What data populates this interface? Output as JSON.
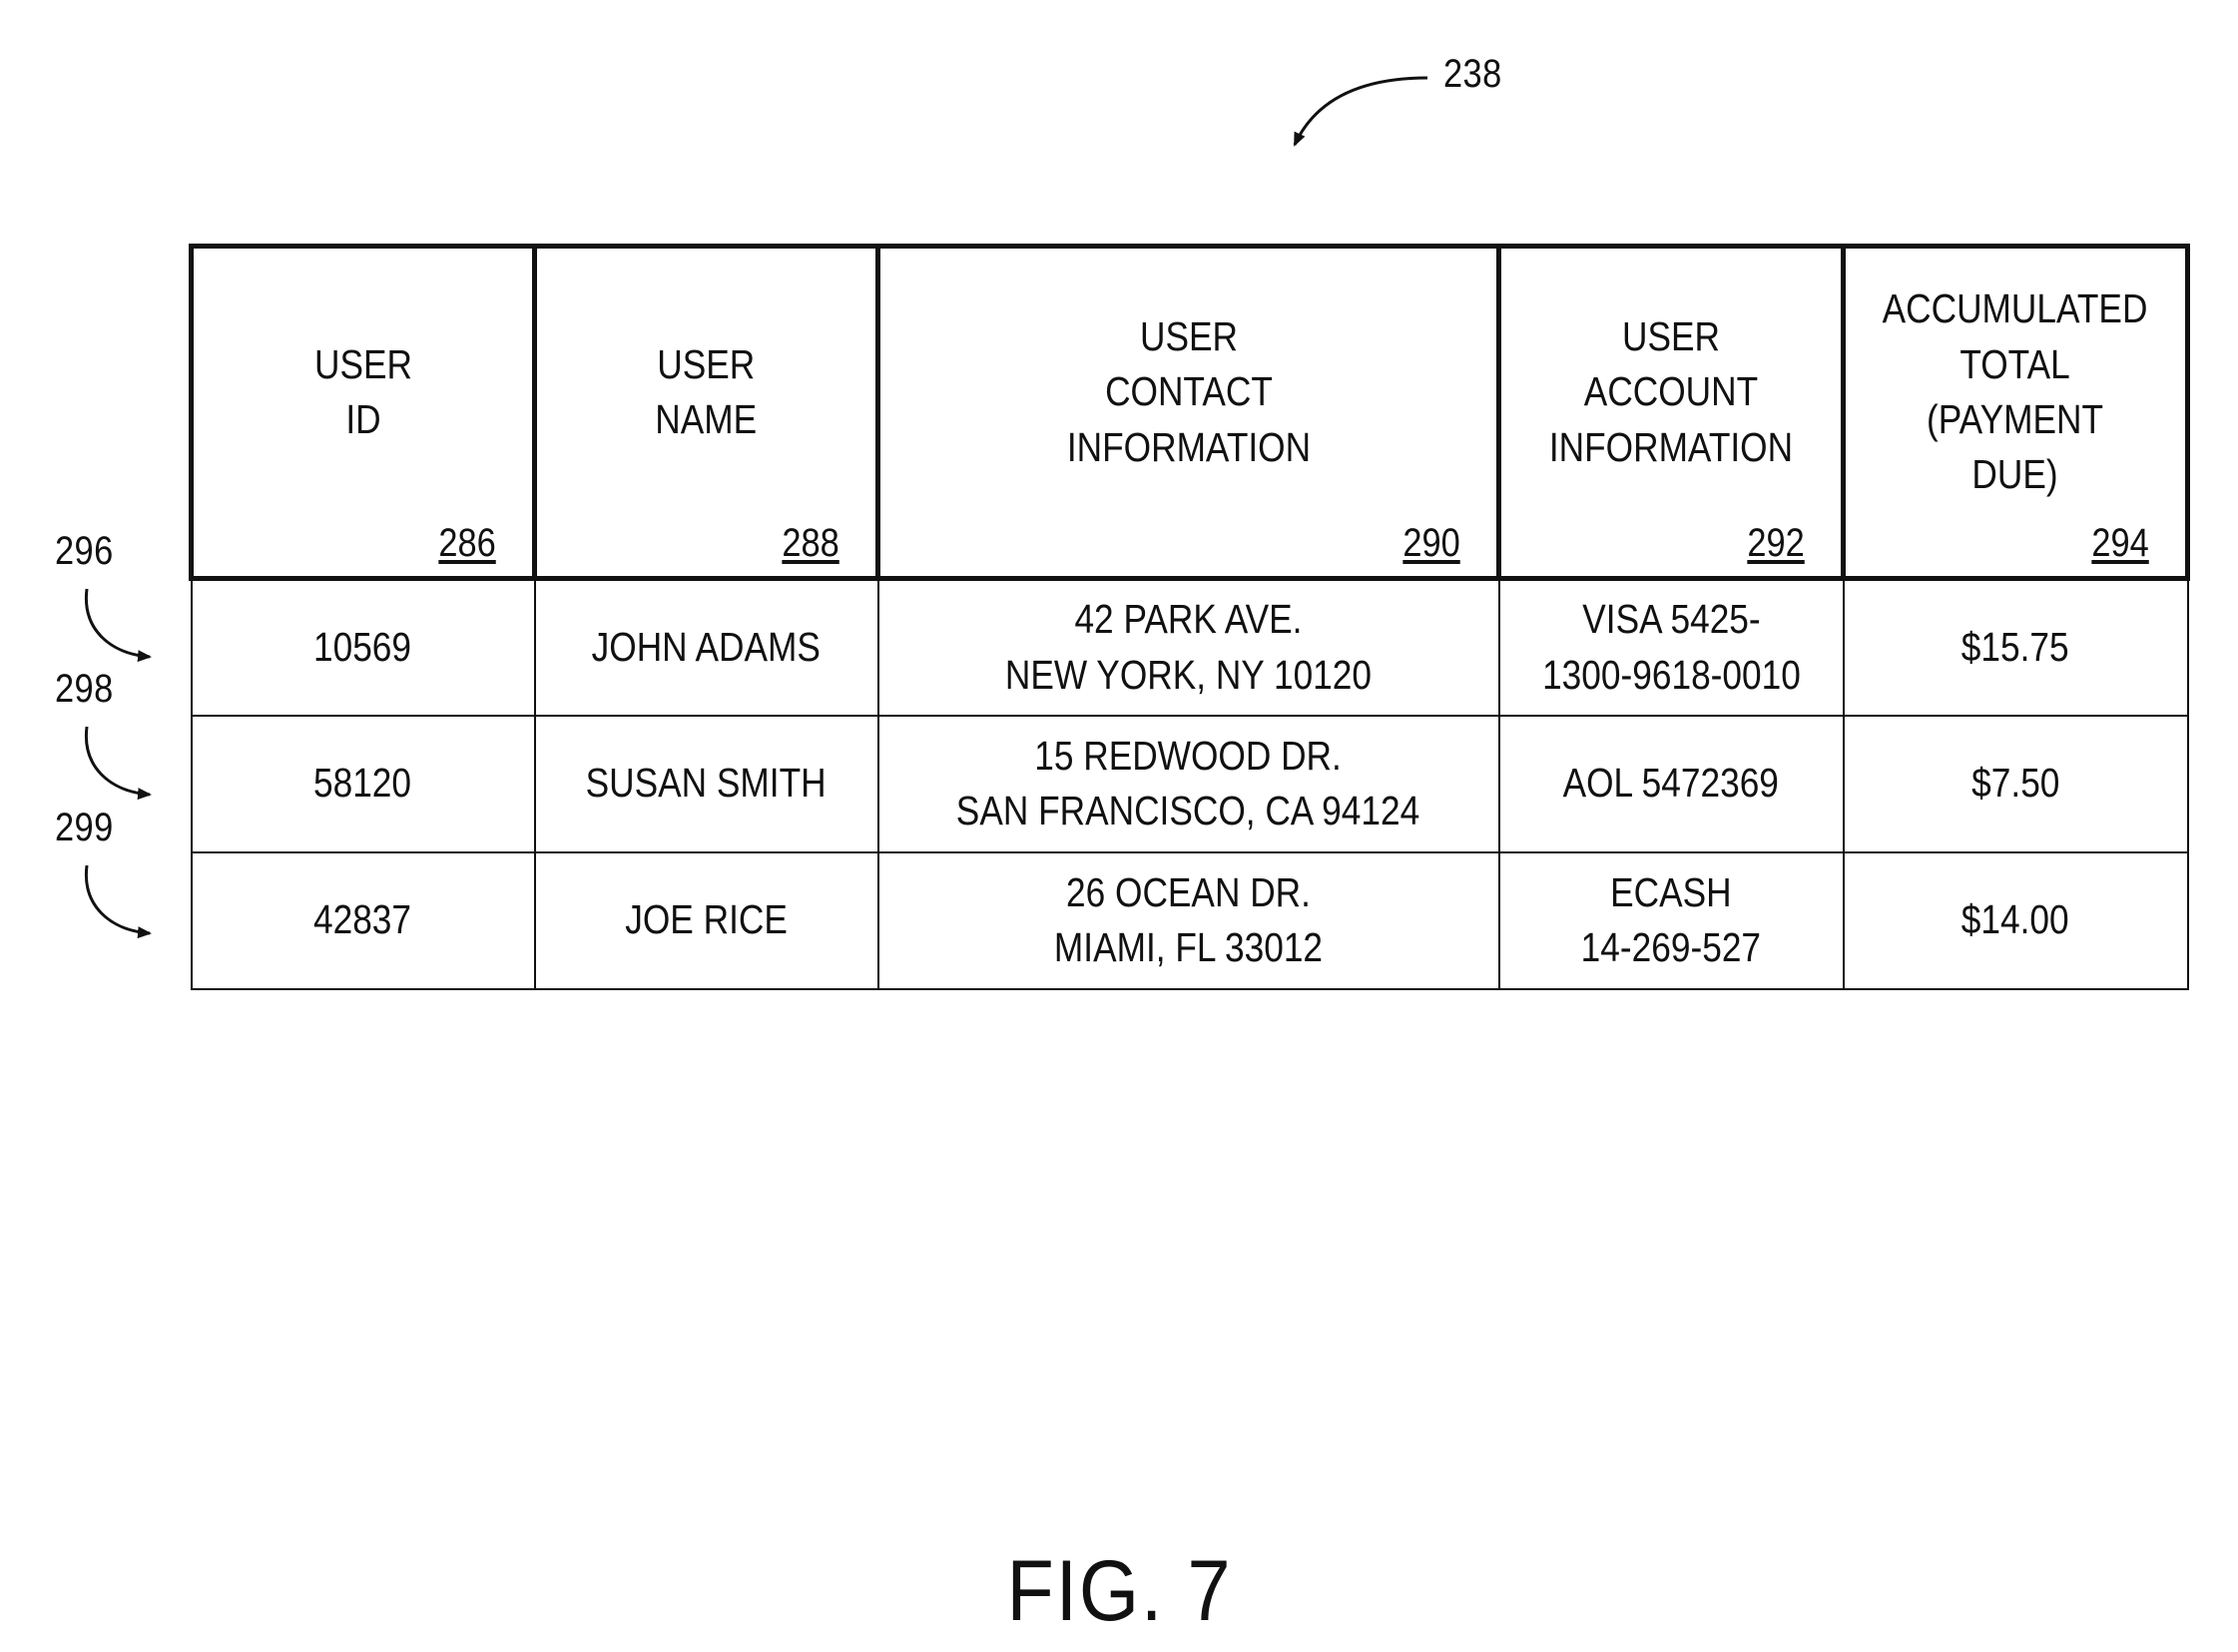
{
  "figure": {
    "reference_number": "238",
    "caption": "FIG. 7"
  },
  "table": {
    "columns": [
      {
        "label": "USER\nID",
        "ref": "286"
      },
      {
        "label": "USER\nNAME",
        "ref": "288"
      },
      {
        "label": "USER\nCONTACT\nINFORMATION",
        "ref": "290"
      },
      {
        "label": "USER\nACCOUNT\nINFORMATION",
        "ref": "292"
      },
      {
        "label": "ACCUMULATED\nTOTAL\n(PAYMENT\nDUE)",
        "ref": "294"
      }
    ],
    "rows": [
      {
        "ref": "296",
        "cells": [
          "10569",
          "JOHN ADAMS",
          "42 PARK AVE.\nNEW YORK, NY 10120",
          "VISA 5425-\n1300-9618-0010",
          "$15.75"
        ]
      },
      {
        "ref": "298",
        "cells": [
          "58120",
          "SUSAN SMITH",
          "15 REDWOOD DR.\nSAN FRANCISCO, CA 94124",
          "AOL 5472369",
          "$7.50"
        ]
      },
      {
        "ref": "299",
        "cells": [
          "42837",
          "JOE RICE",
          "26 OCEAN DR.\nMIAMI, FL 33012",
          "ECASH\n14-269-527",
          "$14.00"
        ]
      }
    ]
  }
}
